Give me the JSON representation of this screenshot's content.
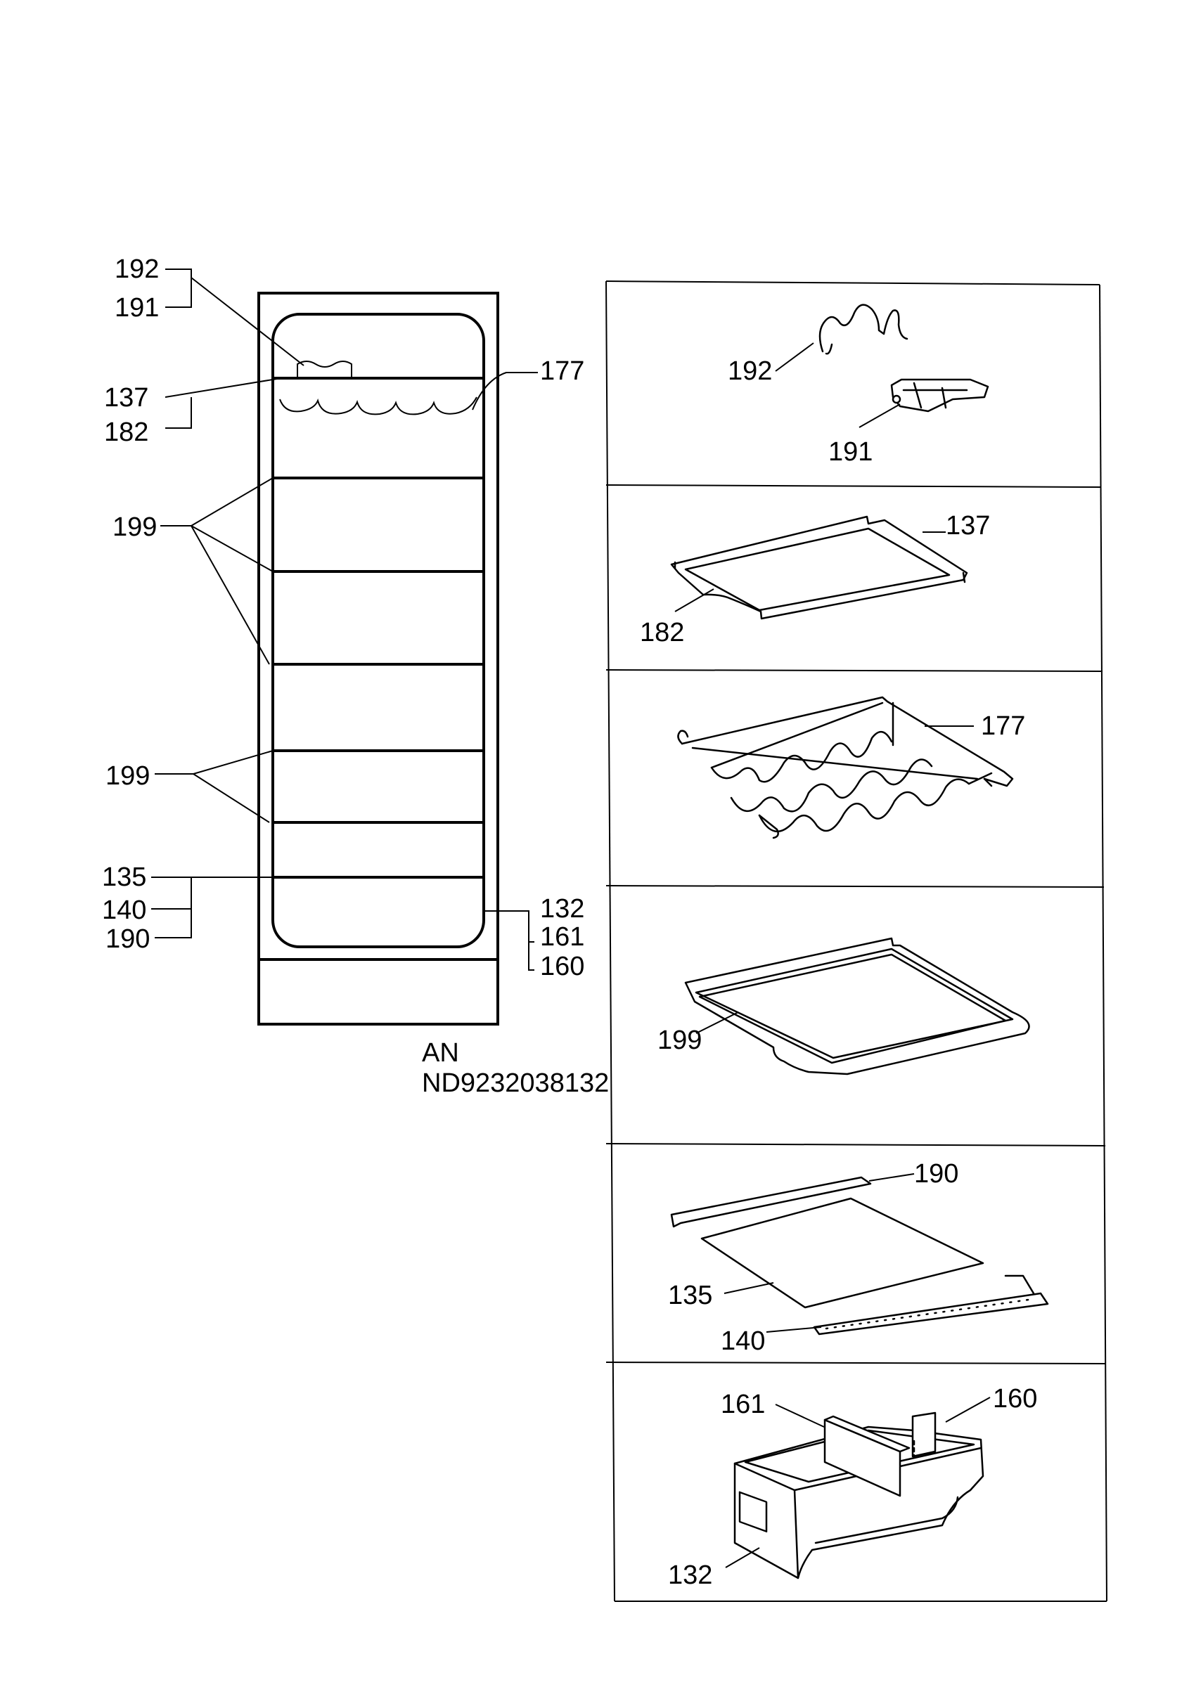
{
  "labels": {
    "l192": "192",
    "l191": "191",
    "l137": "137",
    "l182": "182",
    "l177": "177",
    "l199a": "199",
    "l199b": "199",
    "l135": "135",
    "l140": "140",
    "l190": "190",
    "l132": "132",
    "l161": "161",
    "l160": "160"
  },
  "code": {
    "line1": "AN",
    "line2": "ND9232038132"
  },
  "panels": {
    "p1": {
      "a": "192",
      "b": "191"
    },
    "p2": {
      "a": "137",
      "b": "182"
    },
    "p3": {
      "a": "177"
    },
    "p4": {
      "a": "199"
    },
    "p5": {
      "a": "190",
      "b": "135",
      "c": "140"
    },
    "p6": {
      "a": "161",
      "b": "160",
      "c": "132"
    }
  }
}
